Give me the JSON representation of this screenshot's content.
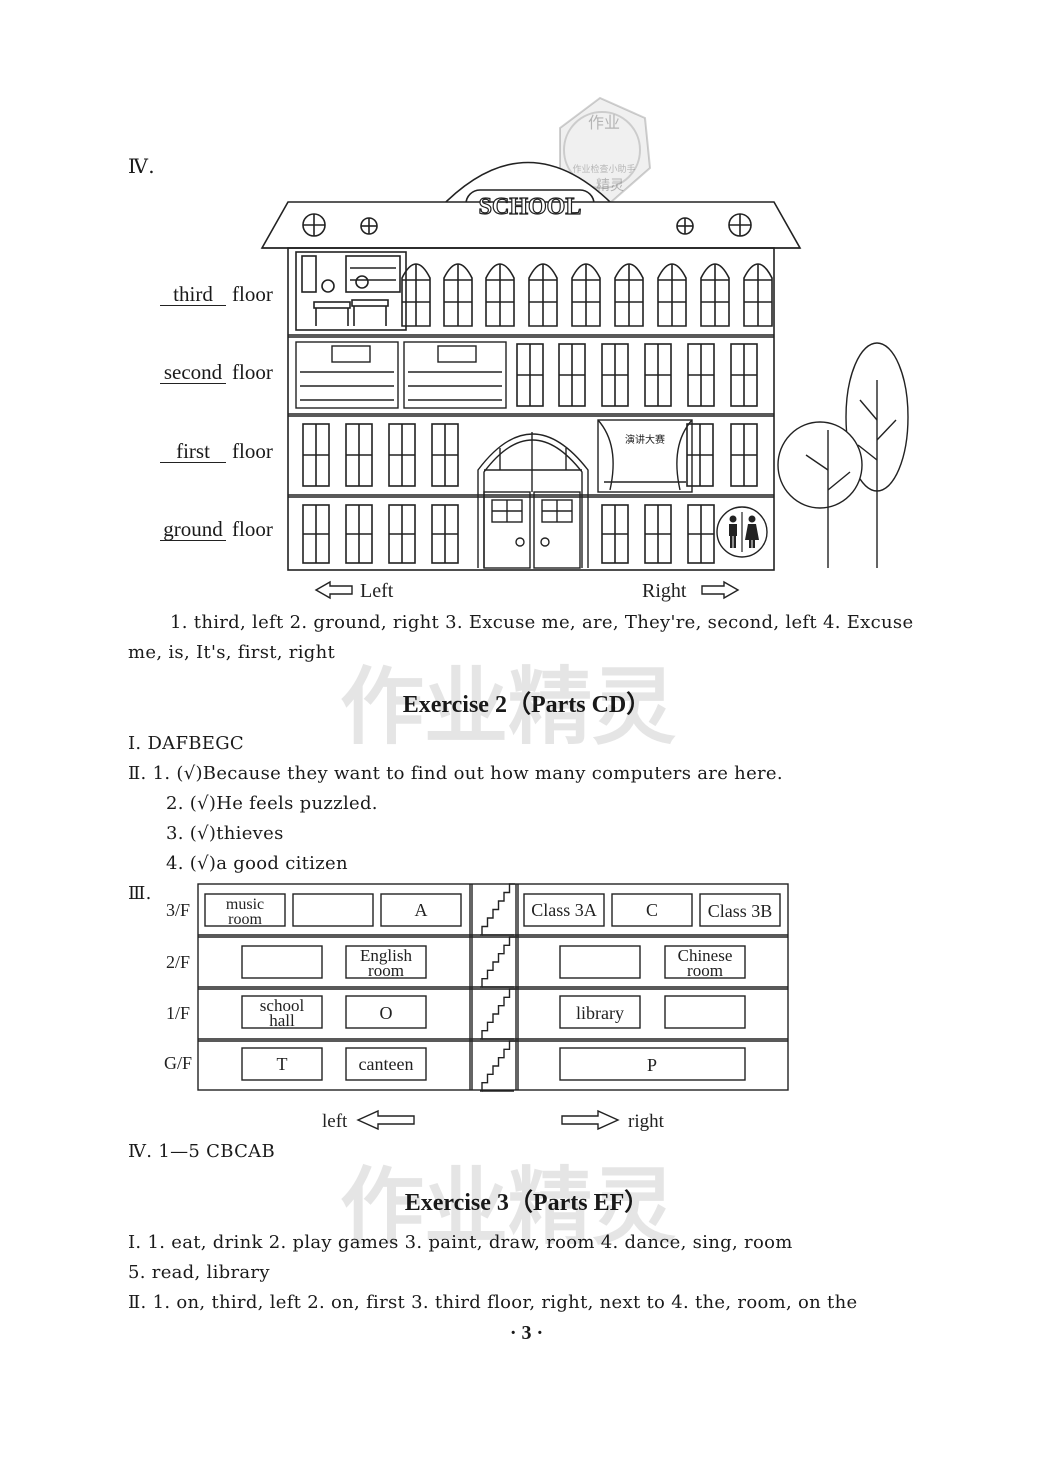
{
  "section_iv": {
    "label": "Ⅳ.",
    "sign": "SCHOOL",
    "floors": [
      {
        "answer": "third",
        "word": "floor"
      },
      {
        "answer": "second",
        "word": "floor"
      },
      {
        "answer": "first",
        "word": "floor"
      },
      {
        "answer": "ground",
        "word": "floor"
      }
    ],
    "stage_sign": "演讲大赛",
    "left_label": "Left",
    "right_label": "Right",
    "answers_line1": "1. third, left   2. ground, right   3. Excuse me, are, They're, second, left   4. Excuse",
    "answers_line2": "me, is, It's, first, right"
  },
  "exercise2": {
    "title": "Exercise 2（Parts CD）",
    "i": "Ⅰ. DAFBEGC",
    "ii": [
      "Ⅱ. 1. (√)Because they want to find out how many computers are here.",
      "2. (√)He feels puzzled.",
      "3. (√)thieves",
      "4. (√)a good citizen"
    ],
    "iii_label": "Ⅲ.",
    "floor_labels": [
      "3/F",
      "2/F",
      "1/F",
      "G/F"
    ],
    "rooms": {
      "f3_left": [
        "music room",
        "",
        "A"
      ],
      "f3_right": [
        "Class 3A",
        "C",
        "Class 3B"
      ],
      "f2_left": [
        "",
        "English room"
      ],
      "f2_right": [
        "",
        "Chinese room"
      ],
      "f1_left": [
        "school hall",
        "O"
      ],
      "f1_right": [
        "library",
        ""
      ],
      "g_left": [
        "T",
        "canteen"
      ],
      "g_right": [
        "P"
      ]
    },
    "left_label": "left",
    "right_label": "right",
    "iv": "Ⅳ. 1—5   CBCAB"
  },
  "exercise3": {
    "title": "Exercise 3（Parts EF）",
    "i_line1": "Ⅰ. 1. eat, drink   2. play games   3. paint, draw, room   4. dance, sing, room",
    "i_line2": "5. read, library",
    "ii_line1": "Ⅱ. 1. on, third, left   2. on, first   3. third floor, right, next to   4. the, room, on the"
  },
  "page_number": "· 3 ·",
  "stamp": {
    "top": "作业",
    "middle": "作业检查小助手",
    "bottom": "精灵"
  },
  "watermark": "作业精灵"
}
